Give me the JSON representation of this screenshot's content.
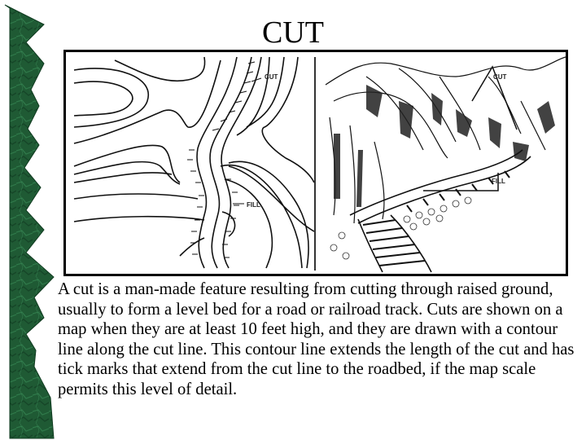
{
  "slide": {
    "title": "CUT",
    "theme_color": "#1f5a34",
    "body": "A cut is a man-made feature resulting from cutting through raised ground, usually to form a level bed for a road or railroad track. Cuts are shown on a map when they are at least 10 feet high, and they are drawn with a contour line along the cut line. This contour line extends the length of the cut and has tick marks that extend from the cut line to the roadbed, if the map scale permits this level of detail."
  },
  "figure": {
    "left_panel": {
      "description": "Topographic contour map showing cut and fill along a road",
      "labels": {
        "cut": "CUT",
        "fill": "FILL"
      }
    },
    "right_panel": {
      "description": "Illustration of railroad track through mountain cut and fill",
      "labels": {
        "cut": "CUT",
        "fill": "FILL"
      }
    }
  }
}
